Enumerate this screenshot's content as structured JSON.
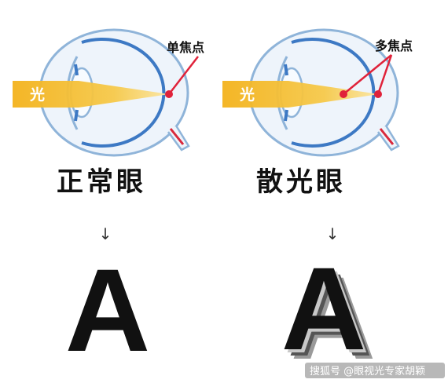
{
  "normal_eye": {
    "light_label": "光",
    "callout": "单焦点",
    "title": "正常眼",
    "arrow": "↓",
    "letter": "A"
  },
  "astigmatic_eye": {
    "light_label": "光",
    "callout": "多焦点",
    "title": "散光眼",
    "arrow": "↓",
    "letter": "A"
  },
  "watermark": "搜狐号 @眼视光专家胡颖",
  "colors": {
    "eye_outline": "#8fb4d9",
    "retina": "#3d79c4",
    "light_beam": "#f3b21b",
    "focal_point": "#e0223a",
    "nerve_red": "#d9283c",
    "letter": "#111111"
  }
}
